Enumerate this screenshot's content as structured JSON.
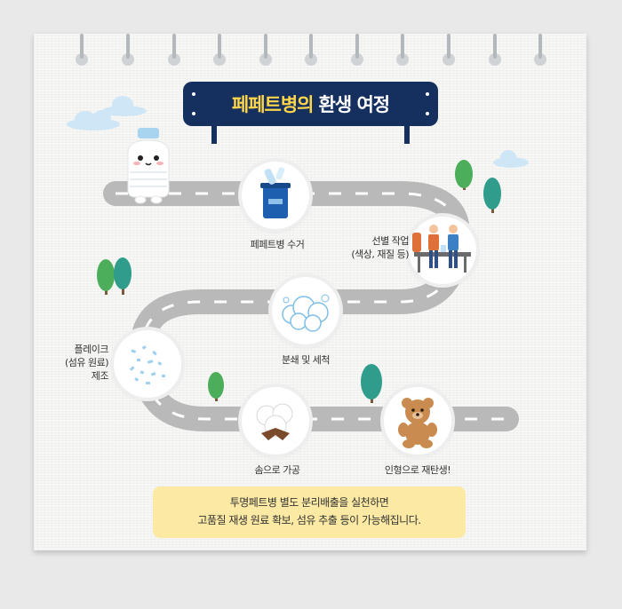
{
  "title": {
    "part1": "페페트병의",
    "part2": "환생 여정"
  },
  "stages": {
    "collect": "페페트병 수거",
    "sort_line1": "선별 작업",
    "sort_line2": "(색상, 재질 등)",
    "crush": "분쇄 및 세척",
    "flake_line1": "플레이크",
    "flake_line2": "(섬유 원료)",
    "flake_line3": "제조",
    "cotton": "솜으로 가공",
    "doll": "인형으로 재탄생!"
  },
  "footer": {
    "line1": "투명페트병 별도 분리배출을 실천하면",
    "line2": "고품질 재생 원료 확보, 섬유 추출 등이 가능해집니다."
  },
  "colors": {
    "title_bg": "#15305f",
    "title_highlight": "#ffd54a",
    "road": "#b9b9b9",
    "footer_bg": "#fbe9a4",
    "bin_blue": "#1f5fb0"
  },
  "icons": [
    "recycling-bin-icon",
    "sorting-workers-icon",
    "foam-bubbles-icon",
    "plastic-flakes-icon",
    "cotton-boll-icon",
    "teddy-bear-icon",
    "bottle-mascot-icon"
  ]
}
